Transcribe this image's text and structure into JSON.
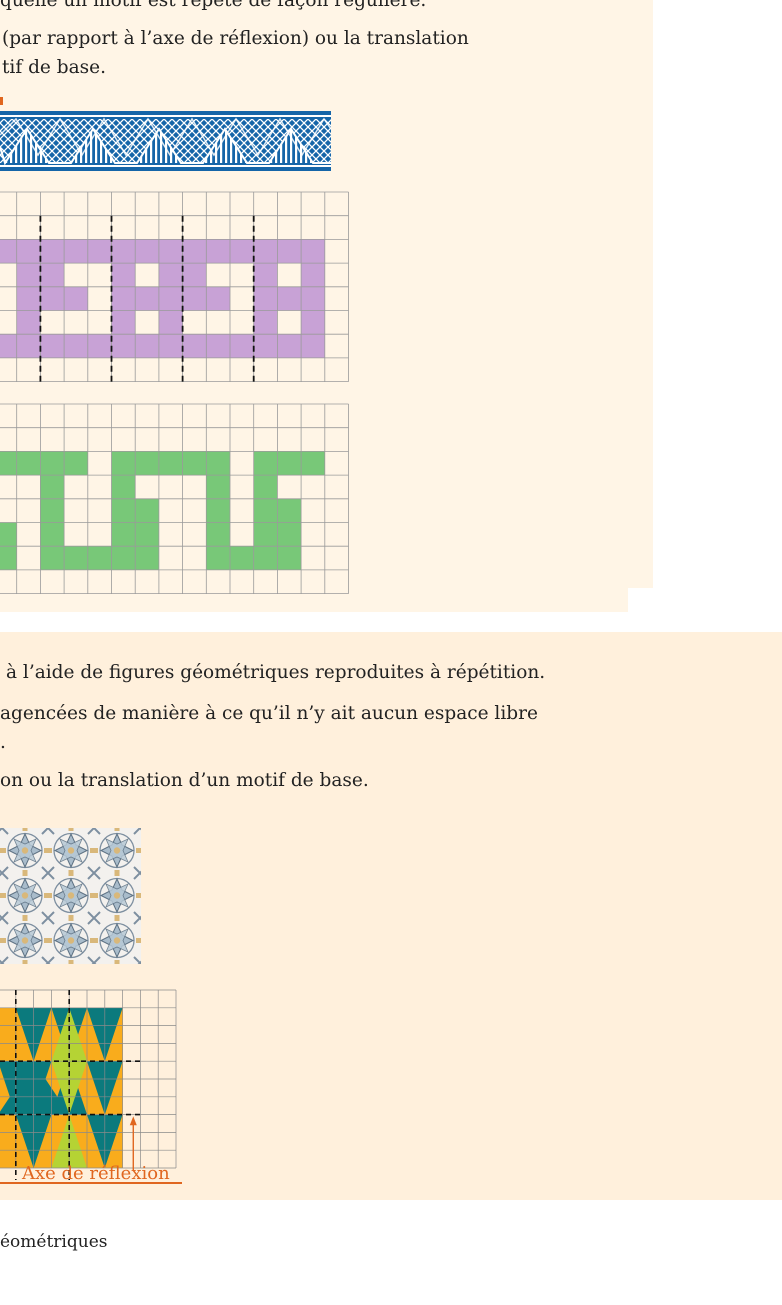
{
  "section_frises": {
    "line_1": "quelle un motif est répété de façon régulière.",
    "line_2": "(par rapport à l’axe de réflexion) ou la translation",
    "line_3": "tif de base."
  },
  "section_pavages": {
    "line_1": "à l’aide de figures géométriques reproduites à répétition.",
    "line_2": "agencées de manière à ce qu’il n’y ait aucun espace libre",
    "line_3": ".",
    "line_4": "on ou la translation d’un motif de base.",
    "axis_label": "Axe de réflexion"
  },
  "footer": {
    "text": "éométriques"
  },
  "colors": {
    "panel_light": "#fff5e6",
    "panel_dark": "#fff0dc",
    "frieze_blue": "#1565a8",
    "purple": "#c8a2d6",
    "green": "#78c878",
    "teal": "#0b7a7d",
    "orange": "#f9ac1c",
    "lime": "#b5d334",
    "accent_orange": "#e0661f"
  }
}
